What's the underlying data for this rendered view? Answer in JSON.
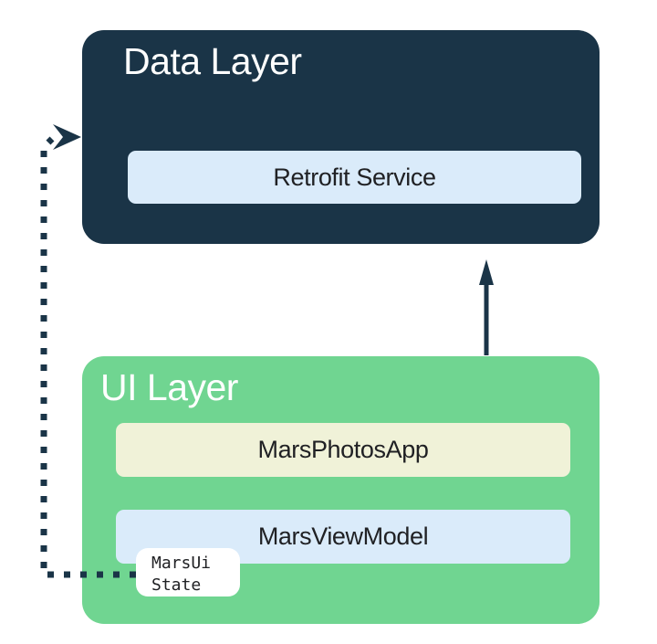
{
  "diagram": {
    "data_layer": {
      "title": "Data Layer",
      "bg_color": "#1a3447",
      "components": [
        {
          "label": "Retrofit Service",
          "bg_color": "#daebfa"
        }
      ]
    },
    "ui_layer": {
      "title": "UI Layer",
      "bg_color": "#70d591",
      "components": [
        {
          "label": "MarsPhotosApp",
          "bg_color": "#f0f2d8"
        },
        {
          "label": "MarsViewModel",
          "bg_color": "#daebfa"
        }
      ],
      "state_chip": {
        "line1": "MarsUi",
        "line2": "State",
        "bg_color": "#ffffff"
      }
    },
    "arrows": [
      {
        "name": "ui-layer-to-data-layer",
        "style": "solid",
        "direction": "up"
      },
      {
        "name": "marsui-state-to-data-layer",
        "style": "dotted",
        "direction": "left-then-up"
      }
    ],
    "colors": {
      "arrow": "#1a3447",
      "title_text": "#ffffff",
      "label_text": "#202124",
      "page_background": "#ffffff"
    }
  }
}
